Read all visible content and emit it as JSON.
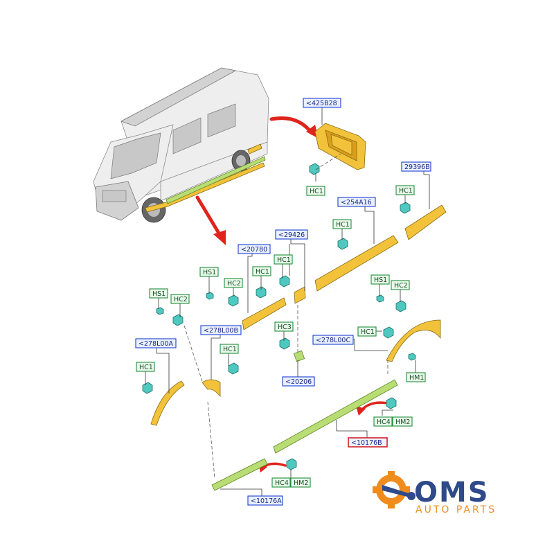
{
  "labels": {
    "l425B28": "<425B28",
    "l29396B": "29396B",
    "l254A16": "<254A16",
    "l20780": "<20780",
    "l29426": "<29426",
    "l278L00B": "<278L00B",
    "l278L00A": "<278L00A",
    "l278L00C": "<278L00C",
    "l20206": "<20206",
    "l10176B": "<10176B",
    "l10176A": "<10176A"
  },
  "codes": {
    "HC1": "HC1",
    "HC2": "HC2",
    "HC3": "HC3",
    "HC4": "HC4",
    "HS1": "HS1",
    "HM1": "HM1",
    "HM2": "HM2"
  },
  "logo": {
    "main": "OMS",
    "sub": "AUTO PARTS",
    "colors": {
      "main": "#2f4a8a",
      "sub": "#f08b1d"
    }
  },
  "colors": {
    "part": "#f2c33a",
    "moulding": "#b9dc74",
    "clip": "#4fc8c0",
    "arrow": "#e0241c",
    "label_border_blue": "#1d3fd0",
    "label_border_green": "#1f8f3a",
    "label_border_red": "#d0202a"
  }
}
